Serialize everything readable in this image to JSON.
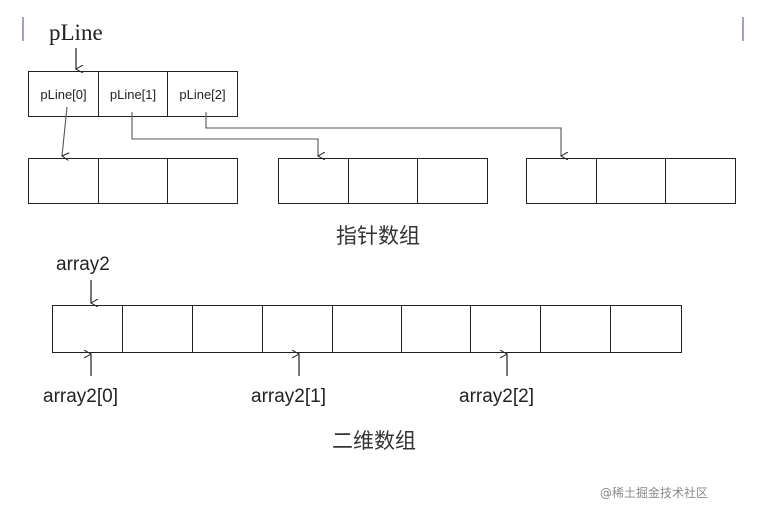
{
  "pointer_array": {
    "name": "pLine",
    "elements": [
      "pLine[0]",
      "pLine[1]",
      "pLine[2]"
    ],
    "row_count": 3,
    "row_cells": 3,
    "caption": "指针数组"
  },
  "two_d_array": {
    "name": "array2",
    "total_cells": 9,
    "index_labels": [
      "array2[0]",
      "array2[1]",
      "array2[2]"
    ],
    "caption": "二维数组"
  },
  "watermark": "@稀土掘金技术社区",
  "colors": {
    "line": "#222222",
    "connector": "#666666",
    "edge_mark": "#a89ad0",
    "watermark": "#8a8a8a"
  }
}
